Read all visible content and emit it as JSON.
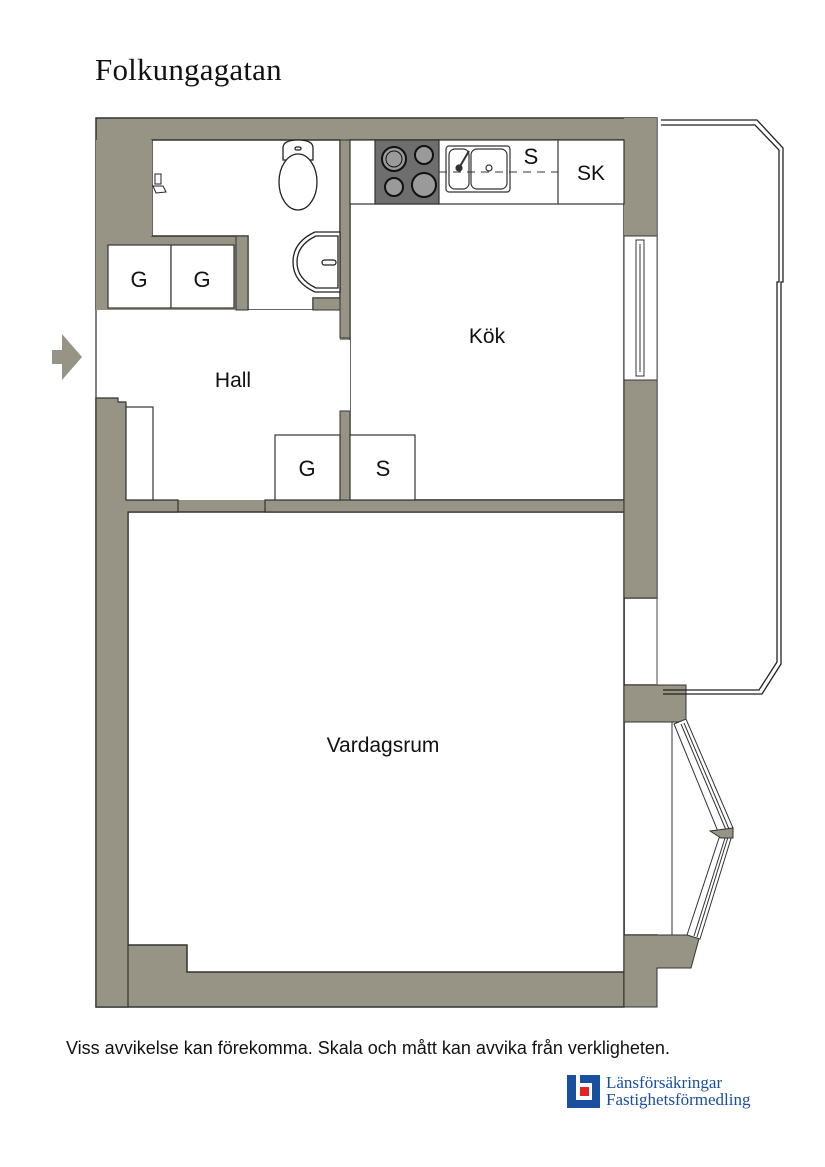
{
  "header": {
    "street_name": "Folkungagatan"
  },
  "floorplan": {
    "wall_color": "#979485",
    "line_color": "#333333",
    "rooms": {
      "hall": "Hall",
      "kitchen": "Kök",
      "living_room": "Vardagsrum"
    },
    "fixtures": {
      "wardrobe_1": "G",
      "wardrobe_2": "G",
      "wardrobe_3": "G",
      "closet_hall": "S",
      "kitchen_cabinet": "S",
      "kitchen_sk": "SK"
    },
    "entrance_marker": "entrance-arrow"
  },
  "footer": {
    "disclaimer": "Viss avvikelse kan förekomma. Skala och mått kan avvika från verkligheten.",
    "brand_line_1": "Länsförsäkringar",
    "brand_line_2": "Fastighetsförmedling",
    "brand_color": "#1a4ea0",
    "brand_accent": "#e32322"
  }
}
